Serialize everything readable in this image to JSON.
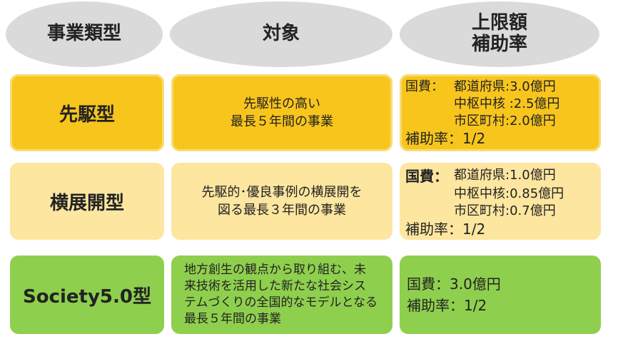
{
  "headers": {
    "type": "事業類型",
    "target": "対象",
    "limit_line1": "上限額",
    "limit_line2": "補助率"
  },
  "rows": [
    {
      "type": "先駆型",
      "target_lines": [
        "先駆性の高い",
        "最長５年間の事業"
      ],
      "limit": {
        "label": "国費：",
        "prefecture": "都道府県:3.0億円",
        "core_city": "中枢中核 :2.5億円",
        "municipality": "市区町村:2.0億円",
        "rate": "補助率：1/2"
      }
    },
    {
      "type": "横展開型",
      "target_lines": [
        "先駆的･優良事例の横展開を",
        "図る最長３年間の事業"
      ],
      "limit": {
        "label": "国費：",
        "prefecture": "都道府県:1.0億円",
        "core_city": "中枢中核:0.85億円",
        "municipality": "市区町村:0.7億円",
        "rate": "補助率：1/2"
      }
    },
    {
      "type": "Society5.0型",
      "target_lines": [
        "地方創生の観点から取り組む、未",
        "来技術を活用した新たな社会シス",
        "テムづくりの全国的なモデルとなる",
        "最長５年間の事業"
      ],
      "limit": {
        "budget": "国費：3.0億円",
        "rate": "補助率：1/2"
      }
    }
  ],
  "colors": {
    "header_bg": "#dadada",
    "row1_bg": "#f8c51c",
    "row2_bg": "#fde6a0",
    "row3_bg": "#8fcf4e"
  }
}
